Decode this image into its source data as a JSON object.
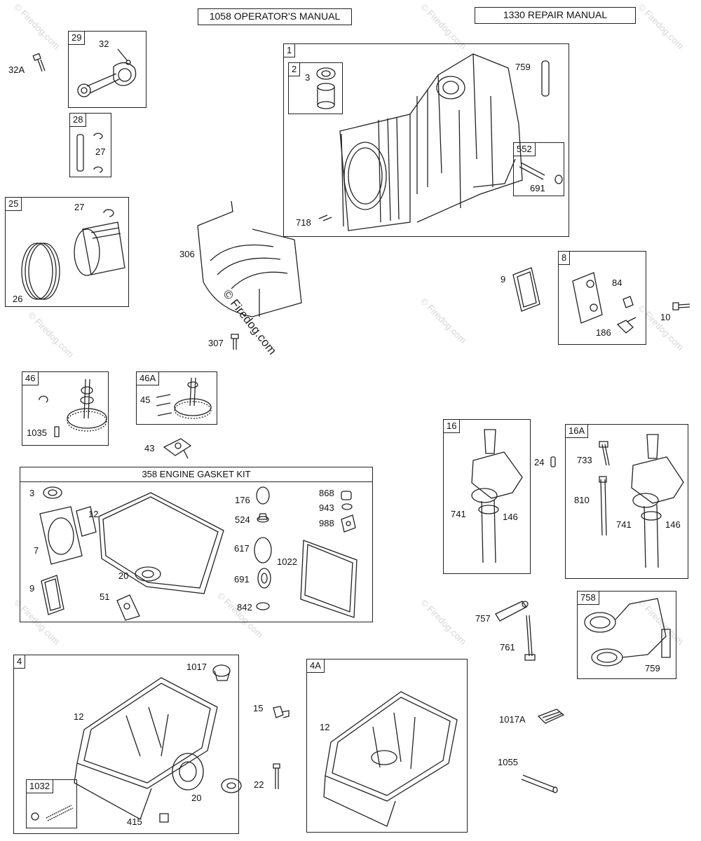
{
  "manuals": {
    "operator": "1058 OPERATOR'S MANUAL",
    "repair": "1330 REPAIR MANUAL"
  },
  "watermark": {
    "main": "© Firedog.com",
    "faint": "© Firedog.com"
  },
  "kit": {
    "title": "358 ENGINE GASKET KIT"
  },
  "boxes": {
    "b1": "1",
    "b2": "2",
    "b552": "552",
    "b29": "29",
    "b28": "28",
    "b25": "25",
    "b8": "8",
    "b46": "46",
    "b46a": "46A",
    "b16": "16",
    "b16a": "16A",
    "b758": "758",
    "b4": "4",
    "b4a": "4A",
    "b1032": "1032"
  },
  "labels": {
    "l32a": "32A",
    "l32": "32",
    "l27a": "27",
    "l27b": "27",
    "l26": "26",
    "l3a": "3",
    "l759a": "759",
    "l691a": "691",
    "l718": "718",
    "l306": "306",
    "l307": "307",
    "l9a": "9",
    "l84": "84",
    "l186": "186",
    "l10": "10",
    "l45": "45",
    "l1035": "1035",
    "l43": "43",
    "l24": "24",
    "l733": "733",
    "l810": "810",
    "l741a": "741",
    "l146a": "146",
    "l741b": "741",
    "l146b": "146",
    "k3": "3",
    "k12": "12",
    "k7": "7",
    "k9": "9",
    "k20": "20",
    "k51": "51",
    "k176": "176",
    "k524": "524",
    "k617": "617",
    "k691": "691",
    "k842": "842",
    "k868": "868",
    "k943": "943",
    "k988": "988",
    "k1022": "1022",
    "l757": "757",
    "l761": "761",
    "l759b": "759",
    "l1017": "1017",
    "l12a": "12",
    "l415": "415",
    "l20b": "20",
    "l15": "15",
    "l22": "22",
    "l12b": "12",
    "l1017a": "1017A",
    "l1055": "1055"
  }
}
